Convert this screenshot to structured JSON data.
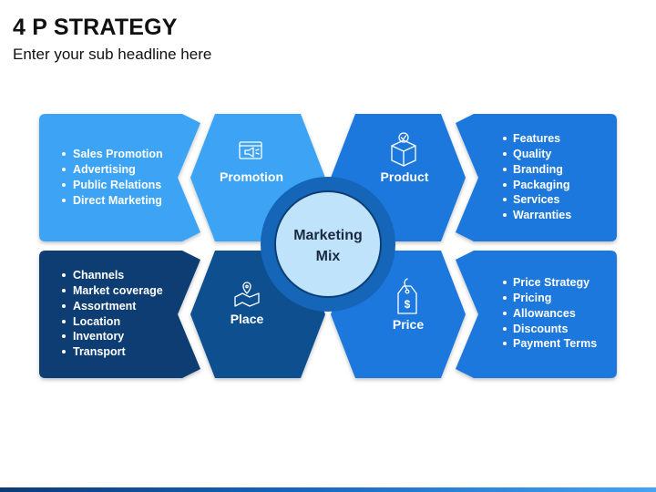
{
  "title": "4 P STRATEGY",
  "subtitle": "Enter your sub headline here",
  "center": {
    "line1": "Marketing",
    "line2": "Mix"
  },
  "quadrants": {
    "promotion": {
      "label": "Promotion",
      "icon": "promotion-screen-icon",
      "items": [
        "Sales Promotion",
        "Advertising",
        "Public Relations",
        "Direct Marketing"
      ]
    },
    "product": {
      "label": "Product",
      "icon": "product-box-icon",
      "items": [
        "Features",
        "Quality",
        "Branding",
        "Packaging",
        "Services",
        "Warranties"
      ]
    },
    "place": {
      "label": "Place",
      "icon": "place-map-icon",
      "items": [
        "Channels",
        "Market coverage",
        "Assortment",
        "Location",
        "Inventory",
        "Transport"
      ]
    },
    "price": {
      "label": "Price",
      "icon": "price-tag-icon",
      "items": [
        "Price Strategy",
        "Pricing",
        "Allowances",
        "Discounts",
        "Payment Terms"
      ]
    }
  },
  "colors": {
    "light_blue": "#3ea3f5",
    "medium_blue": "#1e78dc",
    "dark_blue": "#0a4f8f",
    "navy": "#083e73",
    "ring": "#1565b8",
    "circle_fill": "#bfe3fb"
  }
}
